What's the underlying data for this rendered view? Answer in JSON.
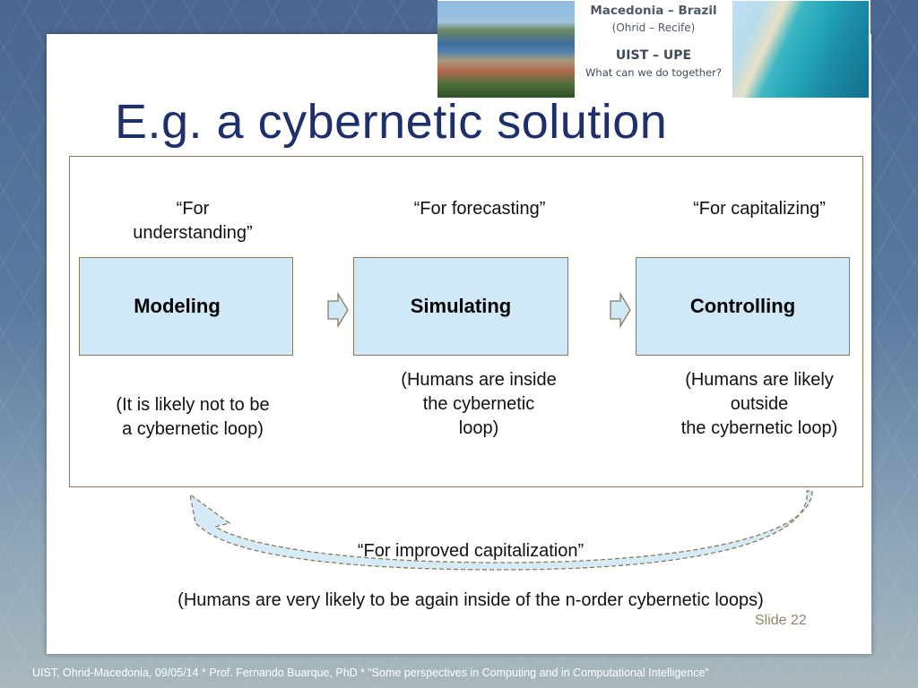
{
  "banner": {
    "title": "Macedonia – Brazil",
    "subtitle": "(Ohrid – Recife)",
    "org": "UIST – UPE",
    "question": "What can we do together?"
  },
  "slide": {
    "title": "E.g. a cybernetic solution",
    "stages": [
      {
        "caption_line1": "“For",
        "caption_line2": "understanding”",
        "box_label": "Modeling",
        "note_line1": "(It is likely not to be",
        "note_line2": "a cybernetic loop)",
        "note_line3": ""
      },
      {
        "caption_line1": "“For forecasting”",
        "caption_line2": "",
        "box_label": "Simulating",
        "note_line1": "(Humans are inside",
        "note_line2": "the cybernetic",
        "note_line3": "loop)"
      },
      {
        "caption_line1": "“For capitalizing”",
        "caption_line2": "",
        "box_label": "Controlling",
        "note_line1": "(Humans are likely",
        "note_line2": "outside",
        "note_line3": "the cybernetic loop)"
      }
    ],
    "loop_caption": "“For improved capitalization”",
    "bottom_note": "(Humans are very likely to be again inside of the n-order cybernetic loops)",
    "slide_number": "Slide 22"
  },
  "footer": {
    "text": "UIST, Ohrid-Macedonia, 09/05/14  *  Prof. Fernando Buarque, PhD  * “Some perspectives in Computing and in Computational Intelligence”"
  },
  "colors": {
    "title": "#1f2f6b",
    "box_fill": "#cfe9f9",
    "border": "#8a7a5a",
    "slide_number": "#8f8468"
  }
}
